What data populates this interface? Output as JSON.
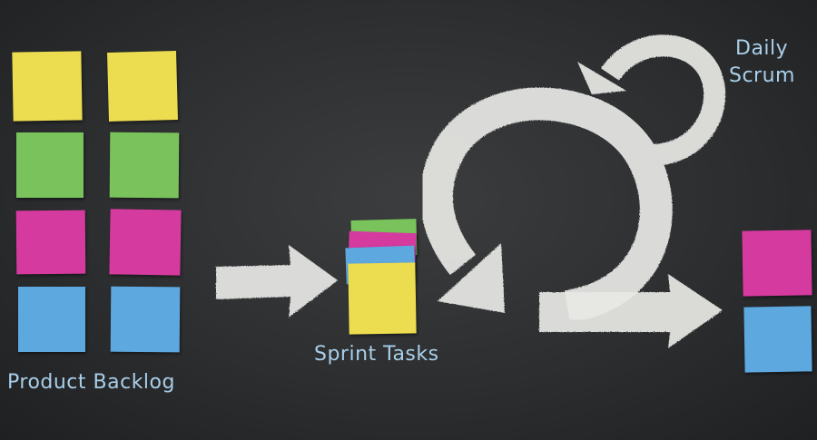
{
  "labels": {
    "product_backlog": "Product Backlog",
    "sprint_tasks": "Sprint Tasks",
    "daily_scrum_line1": "Daily",
    "daily_scrum_line2": "Scrum"
  },
  "colors": {
    "yellow": "#ecdc50",
    "green": "#7ac35c",
    "magenta": "#d53a9f",
    "blue": "#5ea8e0",
    "chalk": "#e9e9e6",
    "label_text": "#a9cfe9"
  },
  "backlog_rows": [
    "yellow",
    "green",
    "magenta",
    "blue"
  ],
  "sprint_stack": [
    "green",
    "magenta",
    "blue",
    "yellow"
  ],
  "increment_stack": [
    "magenta",
    "blue"
  ],
  "icons": [
    "arrow-right-icon",
    "sprint-cycle-arrow-icon",
    "daily-loop-arrow-icon",
    "output-arrow-icon"
  ]
}
